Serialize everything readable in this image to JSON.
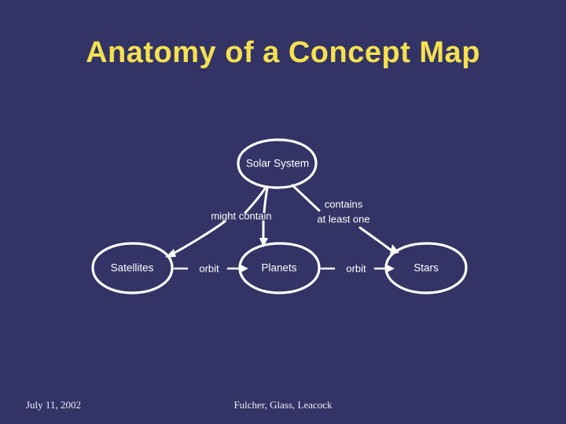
{
  "slide": {
    "title": "Anatomy of a Concept Map",
    "background_color": "#333366",
    "title_color": "#F5E14F",
    "ink_color": "#FFFFFF"
  },
  "diagram": {
    "type": "concept-map",
    "nodes": [
      {
        "id": "solar-system",
        "label": "Solar System"
      },
      {
        "id": "satellites",
        "label": "Satellites"
      },
      {
        "id": "planets",
        "label": "Planets"
      },
      {
        "id": "stars",
        "label": "Stars"
      }
    ],
    "edges": [
      {
        "from": "solar-system",
        "to": "satellites",
        "label": "might contain"
      },
      {
        "from": "solar-system",
        "to": "planets",
        "label": "might contain"
      },
      {
        "from": "solar-system",
        "to": "stars",
        "label_line_1": "contains",
        "label_line_2": "at least one"
      },
      {
        "from": "satellites",
        "to": "planets",
        "label": "orbit"
      },
      {
        "from": "planets",
        "to": "stars",
        "label": "orbit"
      }
    ],
    "labels": {
      "might_contain": "might contain",
      "contains_line_1": "contains",
      "contains_line_2": "at least one",
      "orbit_left": "orbit",
      "orbit_right": "orbit"
    }
  },
  "footer": {
    "date": "July 11, 2002",
    "authors": "Fulcher, Glass, Leacock"
  }
}
